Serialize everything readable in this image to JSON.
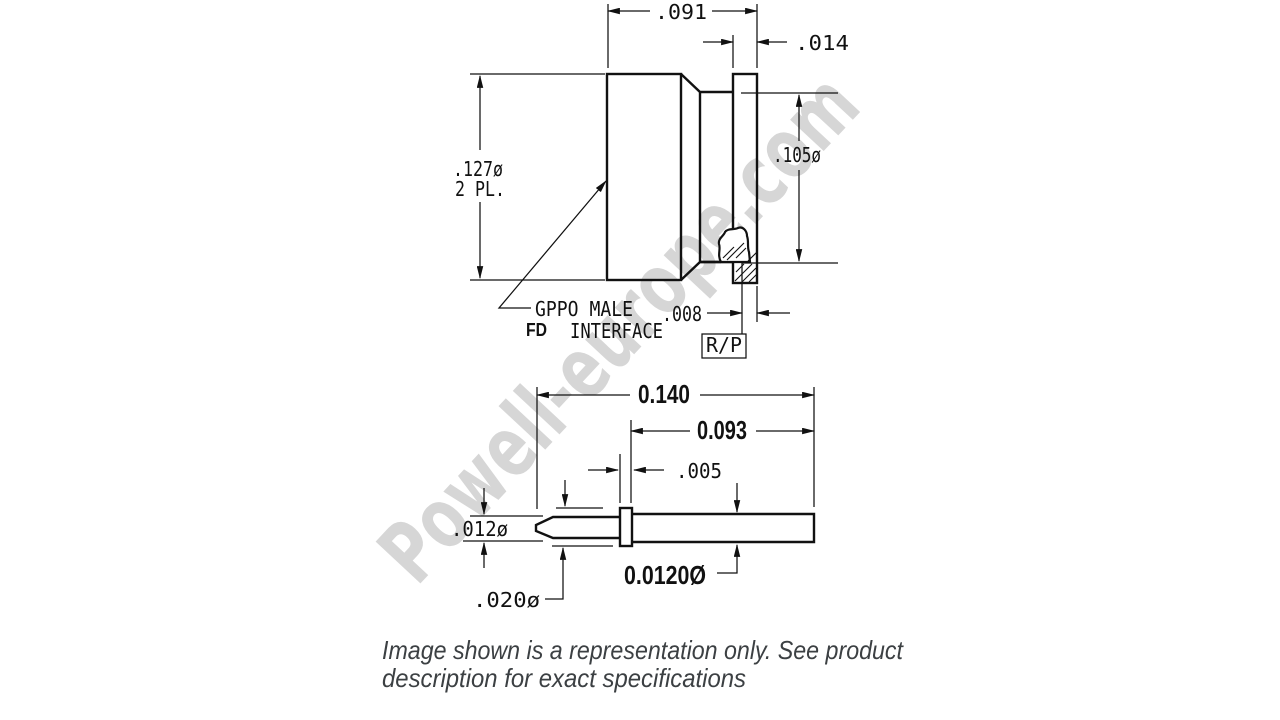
{
  "drawing": {
    "top_view": {
      "labels": {
        "fd": "FD",
        "name_line1": "GPPO MALE",
        "name_line2": "INTERFACE",
        "ref_plane": "R/P"
      },
      "dims": {
        "overall_width": ".091",
        "flange_thickness": ".014",
        "body_diameter": ".127ø",
        "body_diameter_note": "2 PL.",
        "flange_diameter": ".105ø",
        "recess_depth": ".008"
      }
    },
    "bottom_view": {
      "dims": {
        "overall_length": "0.140",
        "shaft_length": "0.093",
        "collar_thickness": ".005",
        "tip_diameter": ".012ø",
        "collar_diameter": ".020ø",
        "shaft_diameter": "0.0120Ø"
      }
    }
  },
  "watermark": {
    "text": "Powell-europe.com",
    "color": "#d6d6d6"
  },
  "caption": {
    "line1": "Image shown is a representation only. See product",
    "line2": "description for exact specifications",
    "color": "#3c4043"
  },
  "colors": {
    "ink": "#111111",
    "background": "#ffffff"
  }
}
